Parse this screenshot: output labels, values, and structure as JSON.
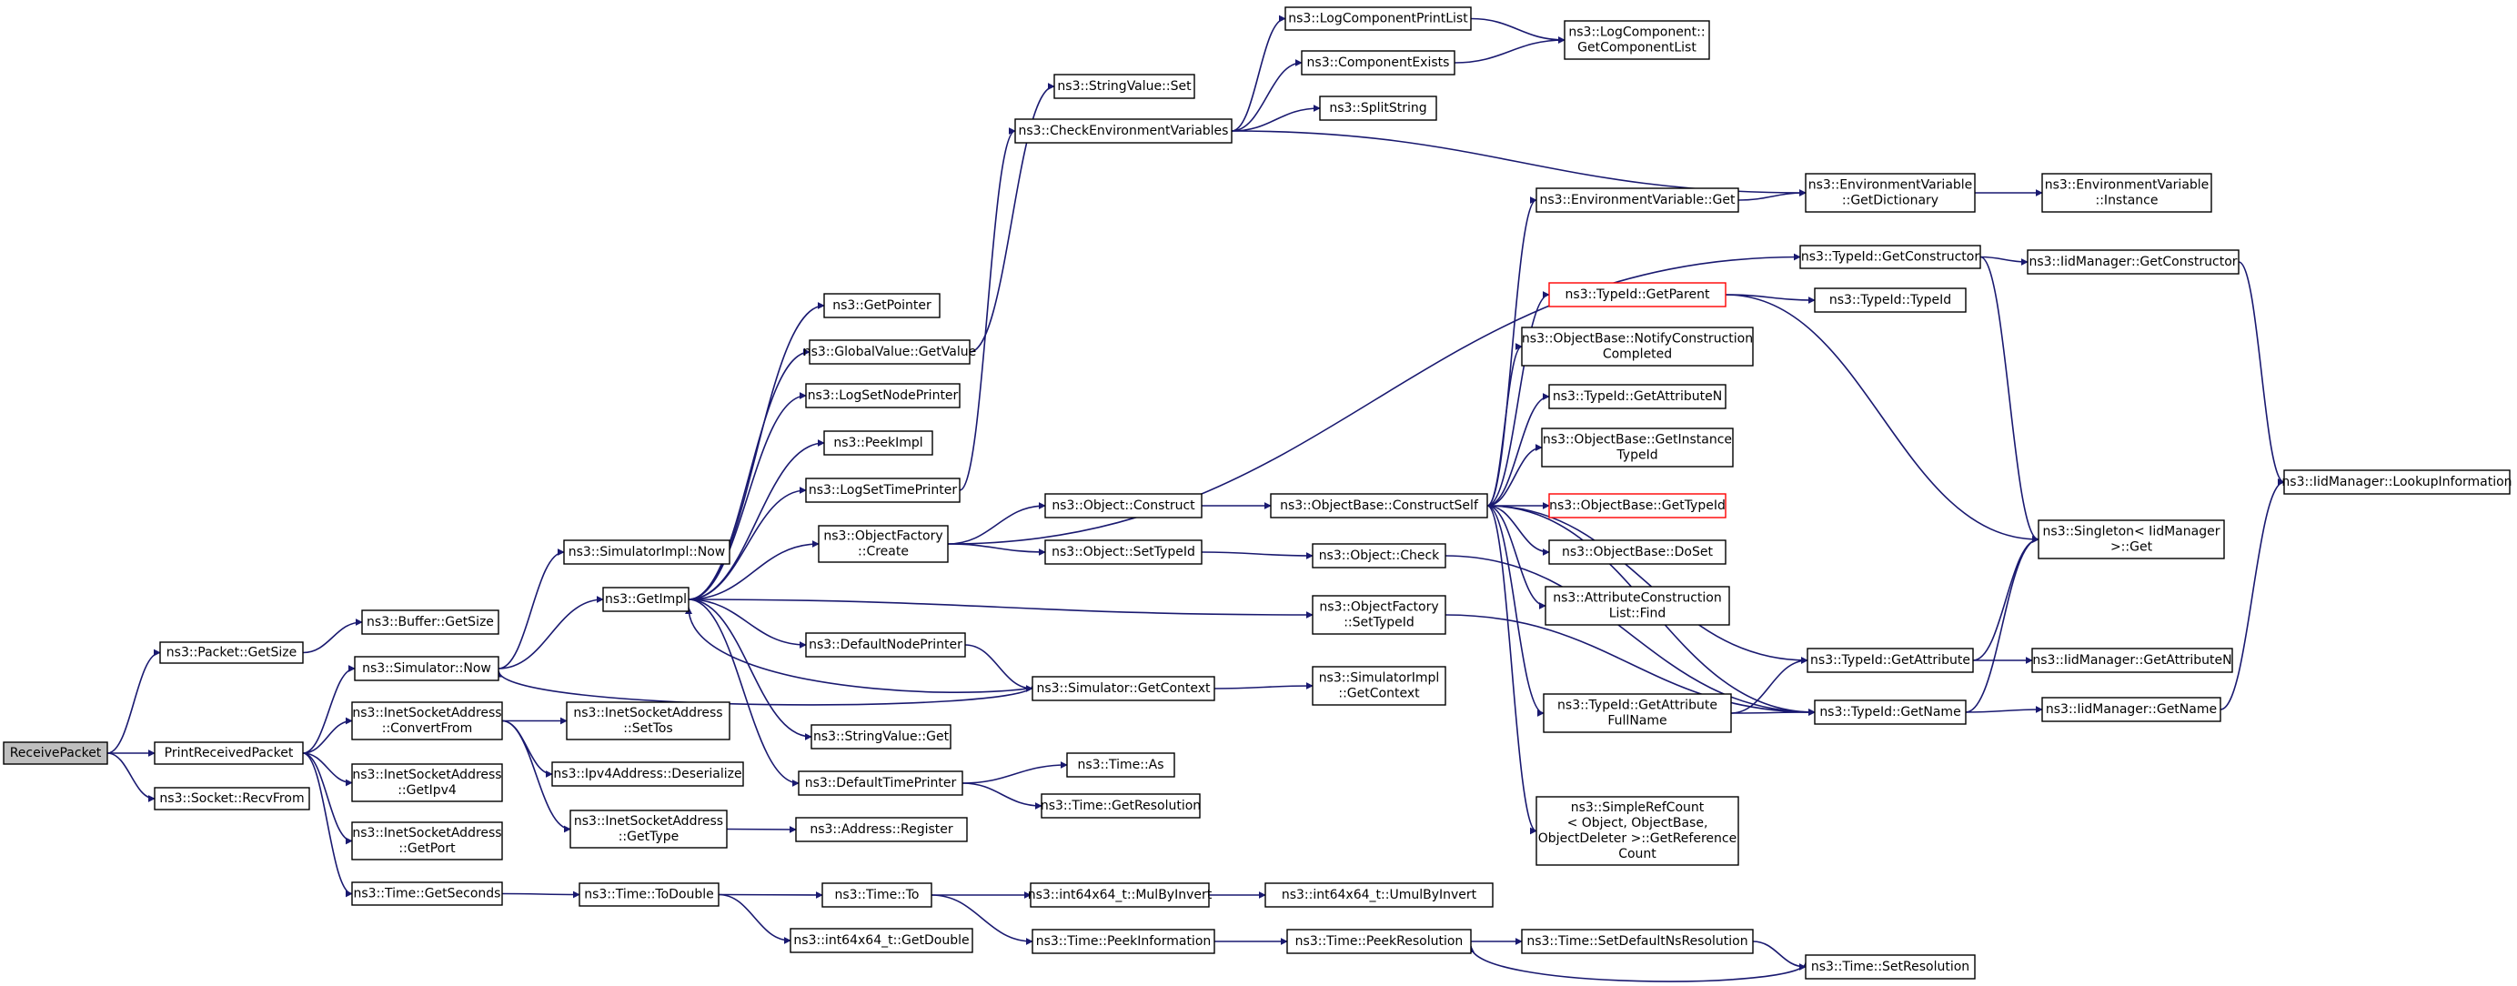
{
  "colors": {
    "edge": "#191970",
    "root_fill": "#bfbfbf",
    "highlight_border": "#ff0000",
    "node_border": "#000000",
    "background": "#ffffff"
  },
  "nodes": {
    "receive_packet": [
      "ReceivePacket"
    ],
    "packet_getsize": [
      "ns3::Packet::GetSize"
    ],
    "print_received_packet": [
      "PrintReceivedPacket"
    ],
    "socket_recvfrom": [
      "ns3::Socket::RecvFrom"
    ],
    "buffer_getsize": [
      "ns3::Buffer::GetSize"
    ],
    "simulator_now": [
      "ns3::Simulator::Now"
    ],
    "inet_convertfrom": [
      "ns3::InetSocketAddress",
      "::ConvertFrom"
    ],
    "inet_getipv4": [
      "ns3::InetSocketAddress",
      "::GetIpv4"
    ],
    "inet_getport": [
      "ns3::InetSocketAddress",
      "::GetPort"
    ],
    "time_getseconds": [
      "ns3::Time::GetSeconds"
    ],
    "simimpl_now": [
      "ns3::SimulatorImpl::Now"
    ],
    "getimpl": [
      "ns3::GetImpl"
    ],
    "inet_settos": [
      "ns3::InetSocketAddress",
      "::SetTos"
    ],
    "ipv4_deserialize": [
      "ns3::Ipv4Address::Deserialize"
    ],
    "inet_gettype": [
      "ns3::InetSocketAddress",
      "::GetType"
    ],
    "time_todouble": [
      "ns3::Time::ToDouble"
    ],
    "getpointer": [
      "ns3::GetPointer"
    ],
    "globalvalue_getvalue": [
      "ns3::GlobalValue::GetValue"
    ],
    "logsetnodeprinter": [
      "ns3::LogSetNodePrinter"
    ],
    "peekimpl": [
      "ns3::PeekImpl"
    ],
    "logsettimeprinter": [
      "ns3::LogSetTimePrinter"
    ],
    "objectfactory_create": [
      "ns3::ObjectFactory",
      "::Create"
    ],
    "defaultnodeprinter": [
      "ns3::DefaultNodePrinter"
    ],
    "stringvalue_get": [
      "ns3::StringValue::Get"
    ],
    "defaulttimeprinter": [
      "ns3::DefaultTimePrinter"
    ],
    "address_register": [
      "ns3::Address::Register"
    ],
    "time_to": [
      "ns3::Time::To"
    ],
    "int64_getdouble": [
      "ns3::int64x64_t::GetDouble"
    ],
    "stringvalue_set": [
      "ns3::StringValue::Set"
    ],
    "checkenvvars": [
      "ns3::CheckEnvironmentVariables"
    ],
    "object_construct": [
      "ns3::Object::Construct"
    ],
    "object_settypeid": [
      "ns3::Object::SetTypeId"
    ],
    "simulator_getcontext": [
      "ns3::Simulator::GetContext"
    ],
    "time_as": [
      "ns3::Time::As"
    ],
    "time_getresolution": [
      "ns3::Time::GetResolution"
    ],
    "int64_mulbyinvert": [
      "ns3::int64x64_t::MulByInvert"
    ],
    "time_peekinformation": [
      "ns3::Time::PeekInformation"
    ],
    "logcomponentprintlist": [
      "ns3::LogComponentPrintList"
    ],
    "componentexists": [
      "ns3::ComponentExists"
    ],
    "splitstring": [
      "ns3::SplitString"
    ],
    "objectbase_constructself": [
      "ns3::ObjectBase::ConstructSelf"
    ],
    "object_check": [
      "ns3::Object::Check"
    ],
    "objectfactory_settypeid": [
      "ns3::ObjectFactory",
      "::SetTypeId"
    ],
    "simimpl_getcontext": [
      "ns3::SimulatorImpl",
      "::GetContext"
    ],
    "int64_umulbyinvert": [
      "ns3::int64x64_t::UmulByInvert"
    ],
    "time_peekresolution": [
      "ns3::Time::PeekResolution"
    ],
    "logcomponent_getlist": [
      "ns3::LogComponent::",
      "GetComponentList"
    ],
    "envvar_get": [
      "ns3::EnvironmentVariable::Get"
    ],
    "typeid_getparent": [
      "ns3::TypeId::GetParent"
    ],
    "objectbase_notify": [
      "ns3::ObjectBase::NotifyConstruction",
      "Completed"
    ],
    "typeid_getattributen": [
      "ns3::TypeId::GetAttributeN"
    ],
    "objectbase_getinstancetypeid": [
      "ns3::ObjectBase::GetInstance",
      "TypeId"
    ],
    "objectbase_gettypeid": [
      "ns3::ObjectBase::GetTypeId"
    ],
    "objectbase_doset": [
      "ns3::ObjectBase::DoSet"
    ],
    "attrconstructionlist_find": [
      "ns3::AttributeConstruction",
      "List::Find"
    ],
    "typeid_getattributefullname": [
      "ns3::TypeId::GetAttribute",
      "FullName"
    ],
    "simplerefcount": [
      "ns3::SimpleRefCount",
      "< Object, ObjectBase,",
      "ObjectDeleter >::GetReference",
      "Count"
    ],
    "time_setdefaultnsresolution": [
      "ns3::Time::SetDefaultNsResolution"
    ],
    "envvar_getdictionary": [
      "ns3::EnvironmentVariable",
      "::GetDictionary"
    ],
    "typeid_getconstructor": [
      "ns3::TypeId::GetConstructor"
    ],
    "typeid_typeid": [
      "ns3::TypeId::TypeId"
    ],
    "typeid_getattribute": [
      "ns3::TypeId::GetAttribute"
    ],
    "typeid_getname": [
      "ns3::TypeId::GetName"
    ],
    "time_setresolution": [
      "ns3::Time::SetResolution"
    ],
    "envvar_instance": [
      "ns3::EnvironmentVariable",
      "::Instance"
    ],
    "iidmanager_getconstructor": [
      "ns3::IidManager::GetConstructor"
    ],
    "singleton_get": [
      "ns3::Singleton< IidManager",
      ">::Get"
    ],
    "iidmanager_getattributen": [
      "ns3::IidManager::GetAttributeN"
    ],
    "iidmanager_getname": [
      "ns3::IidManager::GetName"
    ],
    "iidmanager_lookupinformation": [
      "ns3::IidManager::LookupInformation"
    ]
  }
}
